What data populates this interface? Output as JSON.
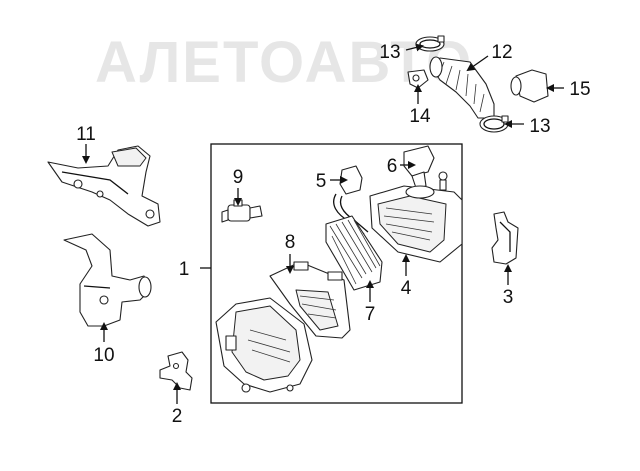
{
  "watermark": "АЛЕТОАВТО",
  "callouts": [
    {
      "id": "c1",
      "label": "1"
    },
    {
      "id": "c2",
      "label": "2"
    },
    {
      "id": "c3",
      "label": "3"
    },
    {
      "id": "c4",
      "label": "4"
    },
    {
      "id": "c5",
      "label": "5"
    },
    {
      "id": "c6",
      "label": "6"
    },
    {
      "id": "c7",
      "label": "7"
    },
    {
      "id": "c8",
      "label": "8"
    },
    {
      "id": "c9",
      "label": "9"
    },
    {
      "id": "c10",
      "label": "10"
    },
    {
      "id": "c11",
      "label": "11"
    },
    {
      "id": "c12",
      "label": "12"
    },
    {
      "id": "c13a",
      "label": "13"
    },
    {
      "id": "c13b",
      "label": "13"
    },
    {
      "id": "c14",
      "label": "14"
    },
    {
      "id": "c15",
      "label": "15"
    }
  ]
}
